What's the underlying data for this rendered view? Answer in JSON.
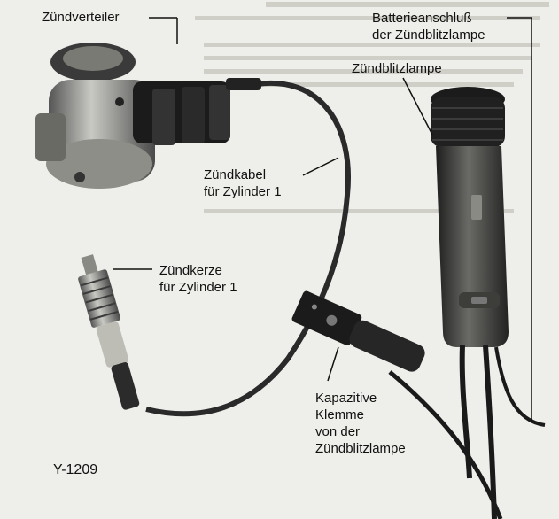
{
  "figure": {
    "figure_number": "Y-1209",
    "labels": {
      "distributor": "Zündverteiler",
      "battery_connection": [
        "Batterieanschluß",
        "der Zündblitzlampe"
      ],
      "strobe_lamp": "Zündblitzlampe",
      "ignition_cable": [
        "Zündkabel",
        "für Zylinder 1"
      ],
      "spark_plug": [
        "Zündkerze",
        "für Zylinder 1"
      ],
      "capacitive_clamp": [
        "Kapazitive",
        "Klemme",
        "von der",
        "Zündblitzlampe"
      ]
    }
  }
}
